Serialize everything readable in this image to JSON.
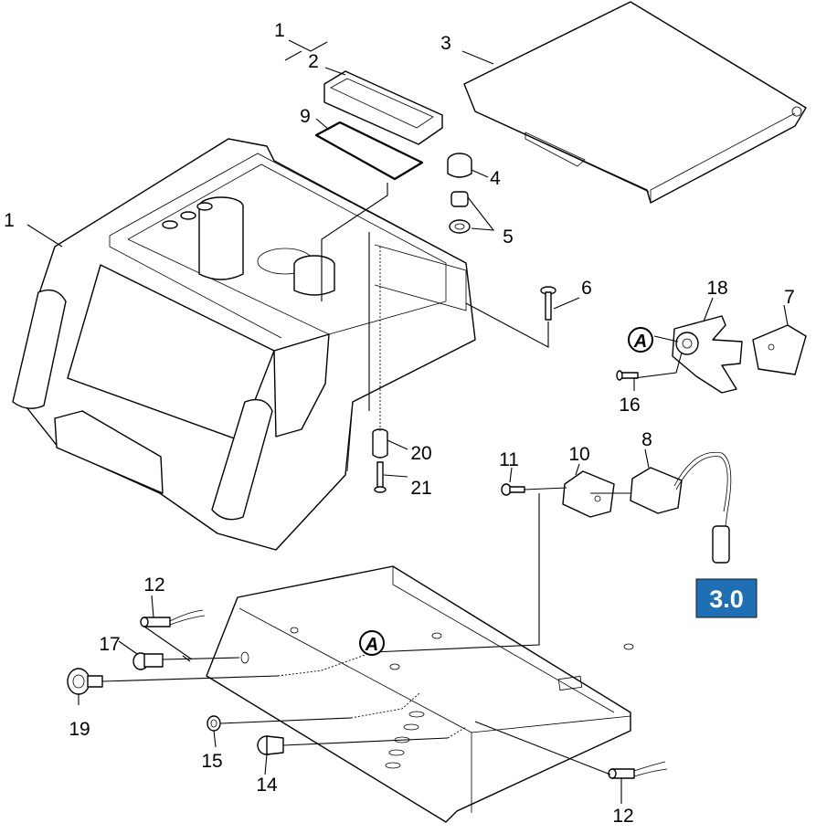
{
  "callouts": [
    "1",
    "2",
    "3",
    "9",
    "4",
    "1",
    "5",
    "6",
    "18",
    "7",
    "16",
    "20",
    "21",
    "11",
    "10",
    "8",
    "12",
    "17",
    "19",
    "15",
    "14",
    "12"
  ],
  "markers": {
    "a_upper": "A",
    "a_lower": "A"
  },
  "reference_badge": {
    "label": "3.0",
    "color": "#1f6fb5"
  }
}
